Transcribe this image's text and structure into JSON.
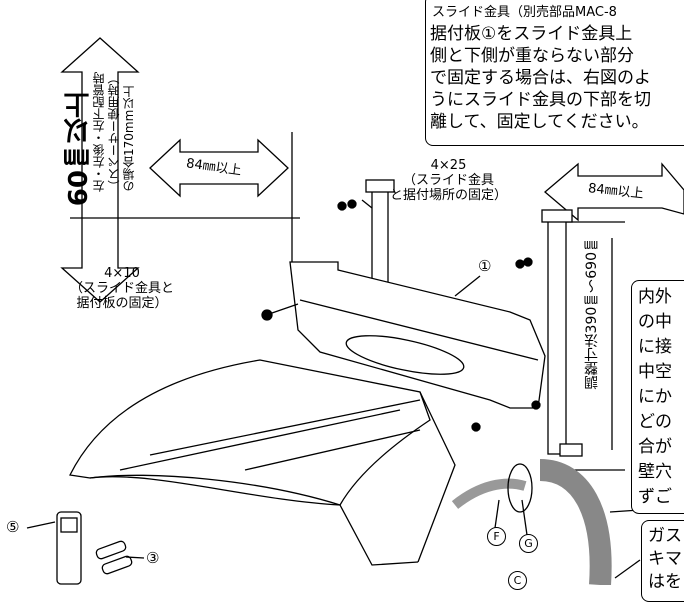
{
  "clearances": {
    "left_main": "60㎜以上",
    "left_sub": "左・左後・左下配管時\n（スペーサー使用時）\nの場合170mm以上",
    "side_left": "84㎜以上",
    "side_right": "84㎜以上",
    "adjust_range": "調整寸法390㎜～690㎜"
  },
  "labels": {
    "screw_upper": "4×25\n（スライド金具\nと据付場所の固定）",
    "screw_left": "4×10\n（スライド金具と\n据付板の固定）",
    "part_1": "①",
    "part_3": "③",
    "part_5": "⑤",
    "part_F": "F",
    "part_G": "G",
    "part_C": "C"
  },
  "callouts": {
    "top": {
      "title": "スライド金具（別売部品MAC-8",
      "body": "据付板①をスライド金具上\n側と下側が重ならない部分\nで固定する場合は、右図のよ\nうにスライド金具の下部を切\n離して、固定してください。"
    },
    "right": {
      "body": "内外\nの中\nに接\n中空\nにか\nどの\n合が\n壁穴\nずご"
    },
    "bottom": {
      "body": "ガス\nキマ\nはを"
    }
  }
}
